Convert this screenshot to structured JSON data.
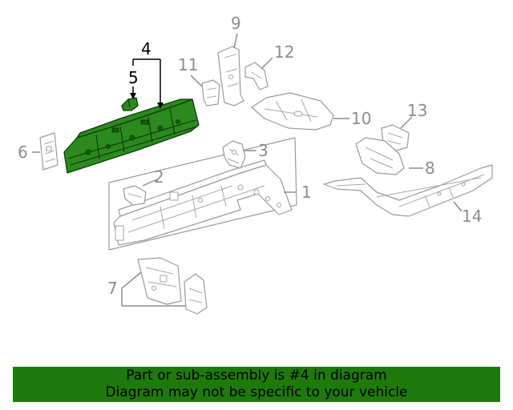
{
  "diagram": {
    "highlighted_part": "4",
    "callouts": [
      "1",
      "2",
      "3",
      "4",
      "5",
      "6",
      "7",
      "8",
      "9",
      "10",
      "11",
      "12",
      "13",
      "14"
    ],
    "colors": {
      "highlight": "#2b8a1e",
      "banner": "#1f7a0d",
      "line_art": "#9a9a9a"
    }
  },
  "banner": {
    "line1": "Part or sub-assembly is #4 in diagram",
    "line2": "Diagram may not be specific to your vehicle"
  }
}
